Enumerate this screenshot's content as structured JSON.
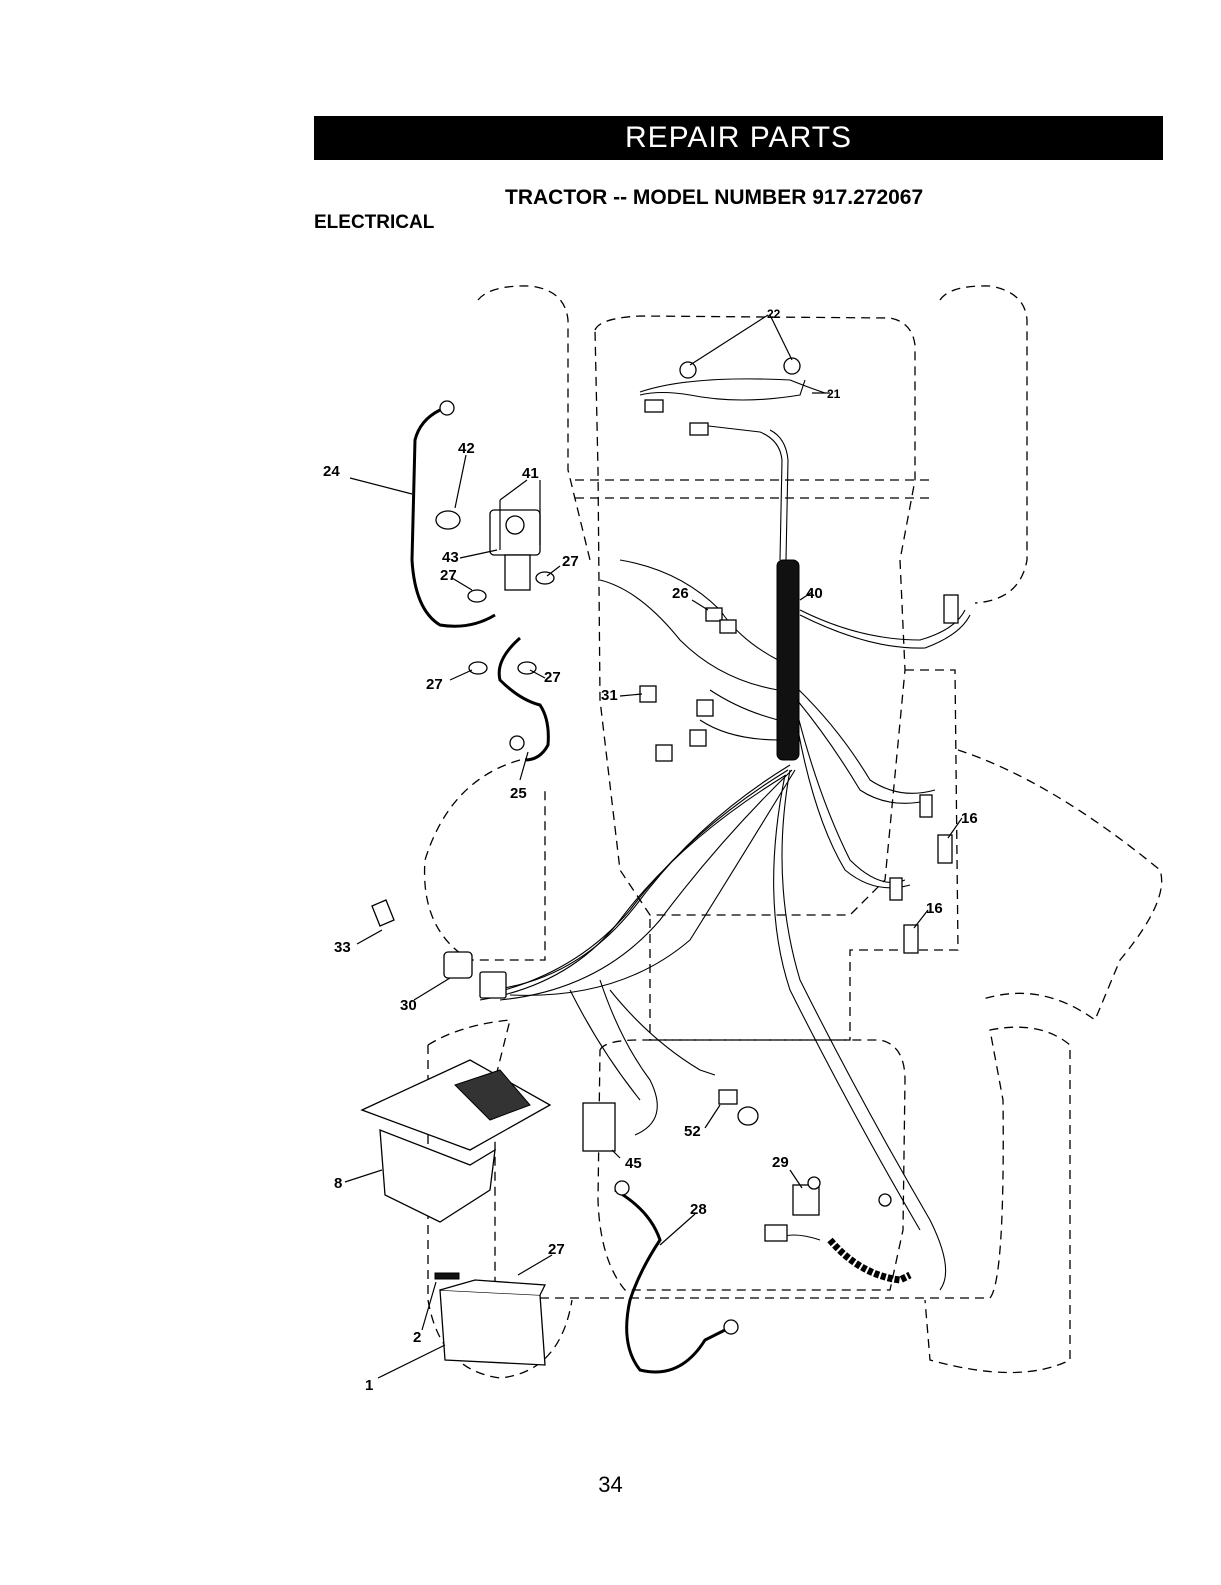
{
  "header": {
    "banner": "REPAIR PARTS",
    "model_line": "TRACTOR -- MODEL NUMBER 917.272067",
    "section": "ELECTRICAL"
  },
  "callouts": [
    {
      "id": "c1",
      "label": "1"
    },
    {
      "id": "c2",
      "label": "2"
    },
    {
      "id": "c8",
      "label": "8"
    },
    {
      "id": "c16a",
      "label": "16"
    },
    {
      "id": "c16b",
      "label": "16"
    },
    {
      "id": "c21",
      "label": "21"
    },
    {
      "id": "c22",
      "label": "22"
    },
    {
      "id": "c24",
      "label": "24"
    },
    {
      "id": "c25",
      "label": "25"
    },
    {
      "id": "c26",
      "label": "26"
    },
    {
      "id": "c27a",
      "label": "27"
    },
    {
      "id": "c27b",
      "label": "27"
    },
    {
      "id": "c27c",
      "label": "27"
    },
    {
      "id": "c27d",
      "label": "27"
    },
    {
      "id": "c27e",
      "label": "27"
    },
    {
      "id": "c28",
      "label": "28"
    },
    {
      "id": "c29",
      "label": "29"
    },
    {
      "id": "c30",
      "label": "30"
    },
    {
      "id": "c31",
      "label": "31"
    },
    {
      "id": "c33",
      "label": "33"
    },
    {
      "id": "c40",
      "label": "40"
    },
    {
      "id": "c41",
      "label": "41"
    },
    {
      "id": "c42",
      "label": "42"
    },
    {
      "id": "c43",
      "label": "43"
    },
    {
      "id": "c45",
      "label": "45"
    },
    {
      "id": "c52",
      "label": "52"
    }
  ],
  "footer": {
    "page_number": "34"
  }
}
